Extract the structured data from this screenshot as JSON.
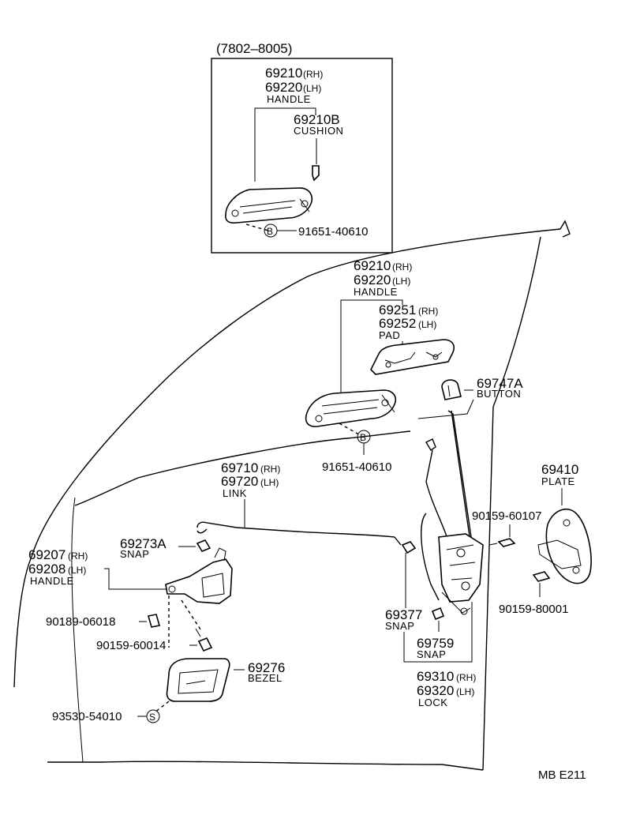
{
  "header": {
    "range": "(7802–8005)"
  },
  "inset": {
    "handle_rh": "69210",
    "handle_lh": "69220",
    "rh": "(RH)",
    "lh": "(LH)",
    "handle_cap": "HANDLE",
    "cushion_no": "69210B",
    "cushion_cap": "CUSHION",
    "screw_mark": "B",
    "screw_no": "91651-40610"
  },
  "outer": {
    "handle_rh": "69210",
    "handle_lh": "69220",
    "rh": "(RH)",
    "lh": "(LH)",
    "handle_cap": "HANDLE",
    "pad_rh": "69251",
    "pad_lh": "69252",
    "pad_cap": "PAD",
    "button_no": "69747A",
    "button_cap": "BUTTON",
    "screw_mark": "B",
    "screw_no": "91651-40610"
  },
  "link": {
    "rh_no": "69710",
    "lh_no": "69720",
    "rh": "(RH)",
    "lh": "(LH)",
    "cap": "LINK"
  },
  "plate": {
    "no": "69410",
    "cap": "PLATE",
    "bolt_top": "90159-60107",
    "bolt_bottom": "90159-80001"
  },
  "inside_handle": {
    "snap_no": "69273A",
    "snap_cap": "SNAP",
    "rh_no": "69207",
    "lh_no": "69208",
    "rh": "(RH)",
    "lh": "(LH)",
    "cap": "HANDLE",
    "clip_no": "90189-06018",
    "bolt_no": "90159-60014",
    "bezel_no": "69276",
    "bezel_cap": "BEZEL",
    "screw_mark": "S",
    "screw_no": "93530-54010"
  },
  "lock": {
    "snap1_no": "69377",
    "snap1_cap": "SNAP",
    "snap2_no": "69759",
    "snap2_cap": "SNAP",
    "rh_no": "69310",
    "lh_no": "69320",
    "rh": "(RH)",
    "lh": "(LH)",
    "cap": "LOCK"
  },
  "footer": {
    "code": "MB  E211"
  }
}
